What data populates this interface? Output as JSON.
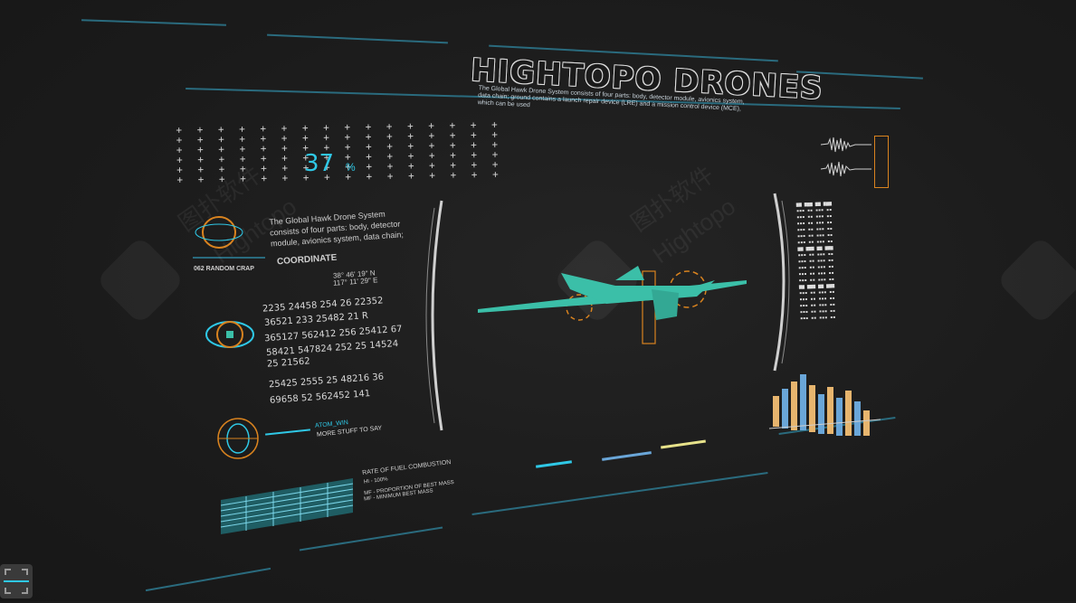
{
  "title": "HIGHTOPO DRONES",
  "subtitle": "The Global Hawk Drone System consists of four parts: body, detector module, avionics system, data chain; ground contains a launch repair device (LRE) and a mission control device (MCE), which can be used",
  "stats": {
    "percent_value": "37",
    "percent_unit": "%"
  },
  "left": {
    "random_crap_label": "062 RANDOM CRAP",
    "description": "The Global Hawk Drone System consists of four parts: body, detector module, avionics system, data chain;",
    "coordinate_label": "COORDINATE",
    "coord_line1": "38° 46' 19\" N",
    "coord_line2": "117° 11' 29\" E",
    "numbers": [
      "2235  24458  254  26  22352",
      "36521  233  25482  21 R",
      "365127  562412  256  25412  67",
      "58421  547824  252  25  14524",
      "25  21562",
      "25425  2555  25  48216  36",
      "69658  52  562452  141"
    ],
    "atom_label": "ATOM_WIN",
    "atom_sub": "MORE STUFF TO SAY"
  },
  "fuel": {
    "title": "RATE OF FUEL COMBUSTION",
    "lines": [
      "HI - 100%",
      "MF - PROPORTION OF BEST MASS",
      "MF - MINIMUM BEST MASS"
    ]
  },
  "watermarks": [
    "图扑软件",
    "Hightopo"
  ],
  "colors": {
    "accent": "#2fc8e6",
    "teal": "#3bbfa8",
    "orange": "#d9831f",
    "hud": "#2a6b7e",
    "bg": "#1b1b1b"
  }
}
